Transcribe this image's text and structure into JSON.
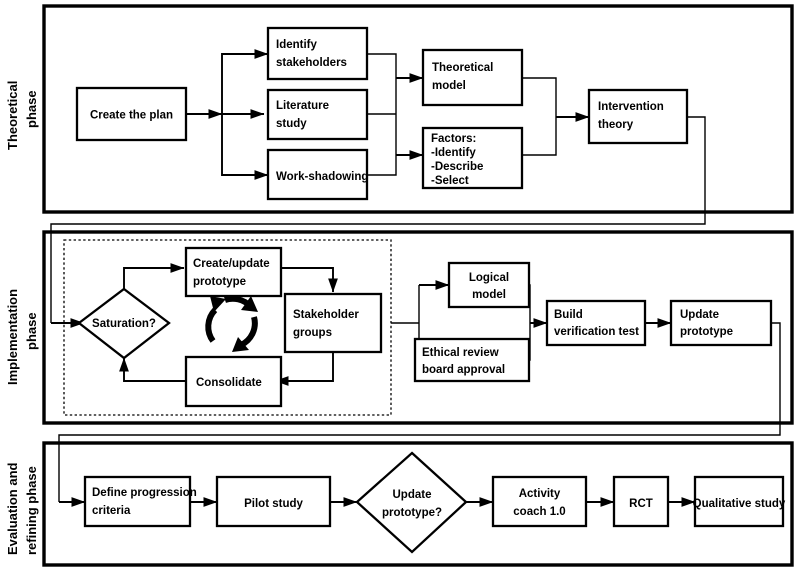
{
  "diagram": {
    "title": "Intervention development flowchart",
    "type": "flowchart",
    "colors": {
      "stroke": "#000000",
      "fill": "#ffffff",
      "background": "#ffffff"
    },
    "phases": [
      {
        "id": "theoretical",
        "label_line1": "Theoretical",
        "label_line2": "phase",
        "nodes": [
          {
            "id": "create-plan",
            "shape": "rect",
            "line1": "Create the plan",
            "line2": ""
          },
          {
            "id": "identify-stakeholders",
            "shape": "rect",
            "line1": "Identify",
            "line2": "stakeholders"
          },
          {
            "id": "literature-study",
            "shape": "rect",
            "line1": "Literature",
            "line2": "study"
          },
          {
            "id": "work-shadowing",
            "shape": "rect",
            "line1": "Work-shadowing",
            "line2": ""
          },
          {
            "id": "theoretical-model",
            "shape": "rect",
            "line1": "Theoretical",
            "line2": "model"
          },
          {
            "id": "factors",
            "shape": "rect",
            "line1": "Factors:",
            "line2": "-Identify",
            "line3": "-Describe",
            "line4": "-Select"
          },
          {
            "id": "intervention-theory",
            "shape": "rect",
            "line1": "Intervention",
            "line2": "theory"
          }
        ]
      },
      {
        "id": "implementation",
        "label_line1": "Implementation",
        "label_line2": "phase",
        "nodes": [
          {
            "id": "saturation",
            "shape": "diamond",
            "line1": "Saturation?",
            "line2": ""
          },
          {
            "id": "create-update-prototype",
            "shape": "rect",
            "line1": "Create/update",
            "line2": "prototype"
          },
          {
            "id": "stakeholder-groups",
            "shape": "rect",
            "line1": "Stakeholder",
            "line2": "groups"
          },
          {
            "id": "consolidate",
            "shape": "rect",
            "line1": "Consolidate",
            "line2": ""
          },
          {
            "id": "logical-model",
            "shape": "rect",
            "line1": "Logical",
            "line2": "model"
          },
          {
            "id": "ethical-review",
            "shape": "rect",
            "line1": "Ethical review",
            "line2": "board approval"
          },
          {
            "id": "build-verification",
            "shape": "rect",
            "line1": "Build",
            "line2": "verification test"
          },
          {
            "id": "update-prototype",
            "shape": "rect",
            "line1": "Update",
            "line2": "prototype"
          }
        ],
        "icons": [
          {
            "id": "recycle-icon",
            "name": "circular-arrows-icon"
          }
        ]
      },
      {
        "id": "evaluation",
        "label_line1": "Evaluation and",
        "label_line2": "refining phase",
        "nodes": [
          {
            "id": "define-progression",
            "shape": "rect",
            "line1": "Define progression",
            "line2": "criteria"
          },
          {
            "id": "pilot-study",
            "shape": "rect",
            "line1": "Pilot study",
            "line2": ""
          },
          {
            "id": "update-prototype-q",
            "shape": "diamond",
            "line1": "Update",
            "line2": "prototype?"
          },
          {
            "id": "activity-coach",
            "shape": "rect",
            "line1": "Activity",
            "line2": "coach 1.0"
          },
          {
            "id": "rct",
            "shape": "rect",
            "line1": "RCT",
            "line2": ""
          },
          {
            "id": "qualitative-study",
            "shape": "rect",
            "line1": "Qualitative study",
            "line2": ""
          }
        ]
      }
    ]
  }
}
